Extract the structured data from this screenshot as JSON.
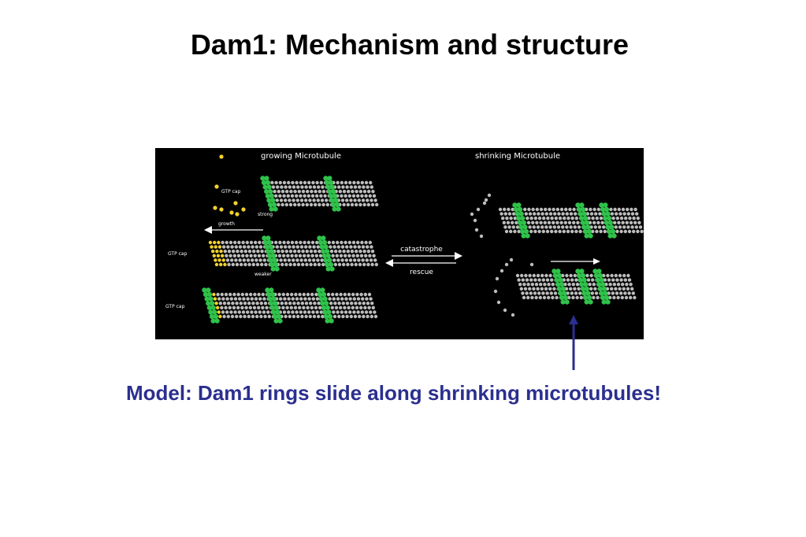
{
  "slide": {
    "title": "Dam1: Mechanism and structure",
    "caption": "Model: Dam1 rings slide along shrinking microtubules!"
  },
  "diagram": {
    "growing_header": "growing Microtubule",
    "shrinking_header": "shrinking Microtubule",
    "gtp_cap_label": "GTP cap",
    "growth_label": "growth",
    "strong_label": "strong",
    "weaker_label": "weaker",
    "catastrophe_label": "catastrophe",
    "rescue_label": "rescue"
  },
  "colors": {
    "background": "#000000",
    "tubulin": "#bdbdbd",
    "dam1_ring": "#2fc24a",
    "gtp_cap": "#f2d22e",
    "caption": "#2b2f8f",
    "pointer_arrow": "#2b2f8f"
  }
}
